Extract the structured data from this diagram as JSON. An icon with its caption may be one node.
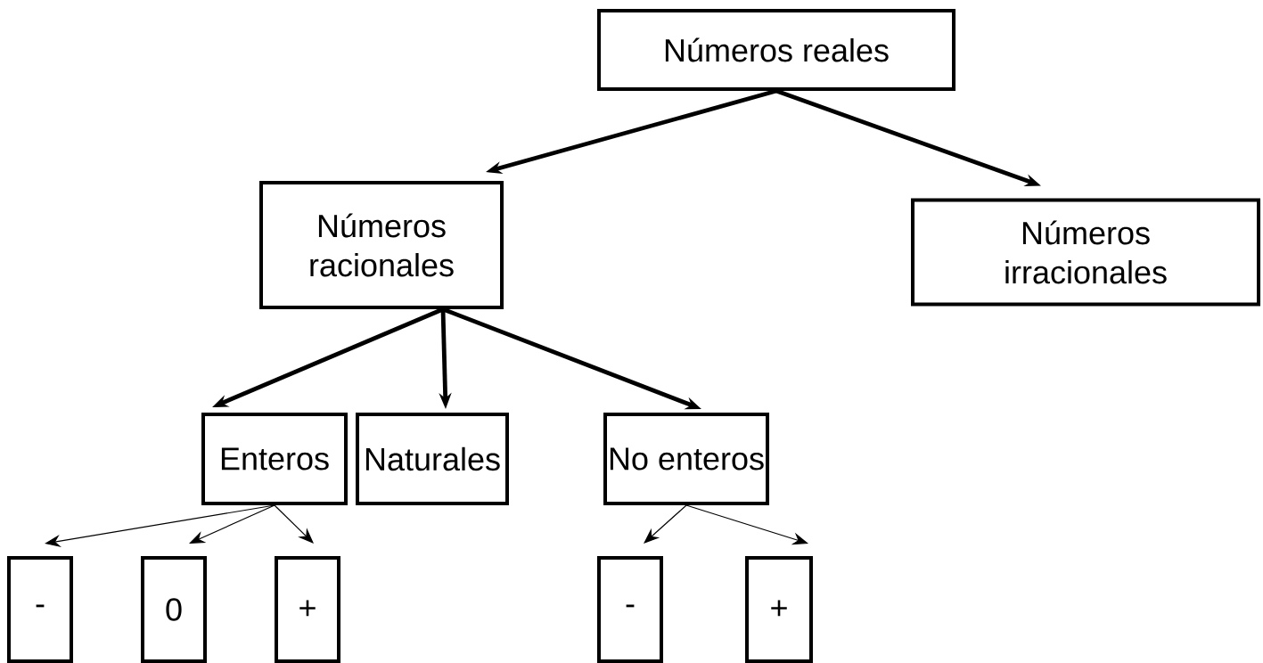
{
  "diagram": {
    "nodes": [
      {
        "text": [
          "Números reales"
        ]
      },
      {
        "text": [
          "Números racionales"
        ]
      },
      {
        "text": [
          "Números irracionales"
        ]
      },
      {
        "text": [
          "Enteros"
        ]
      },
      {
        "text": [
          "Naturales"
        ]
      },
      {
        "text": [
          "No enteros"
        ]
      },
      {
        "text": [
          "-"
        ]
      },
      {
        "text": [
          "0"
        ]
      },
      {
        "text": [
          "+"
        ]
      },
      {
        "text": [
          "-"
        ]
      },
      {
        "text": [
          "+"
        ]
      }
    ],
    "edges": [
      {
        "from": 0,
        "to": 1,
        "arrow": "to",
        "style": "thick"
      },
      {
        "from": 0,
        "to": 2,
        "arrow": "to",
        "style": "thick"
      },
      {
        "from": 1,
        "to": 3,
        "arrow": "to",
        "style": "thick"
      },
      {
        "from": 1,
        "to": 4,
        "arrow": "to",
        "style": "thick"
      },
      {
        "from": 1,
        "to": 5,
        "arrow": "to",
        "style": "thick"
      },
      {
        "from": 3,
        "to": 6,
        "arrow": "to"
      },
      {
        "from": 3,
        "to": 7,
        "arrow": "to"
      },
      {
        "from": 3,
        "to": 8,
        "arrow": "to"
      },
      {
        "from": 5,
        "to": 9,
        "arrow": "to"
      },
      {
        "from": 5,
        "to": 10,
        "arrow": "to"
      }
    ]
  }
}
